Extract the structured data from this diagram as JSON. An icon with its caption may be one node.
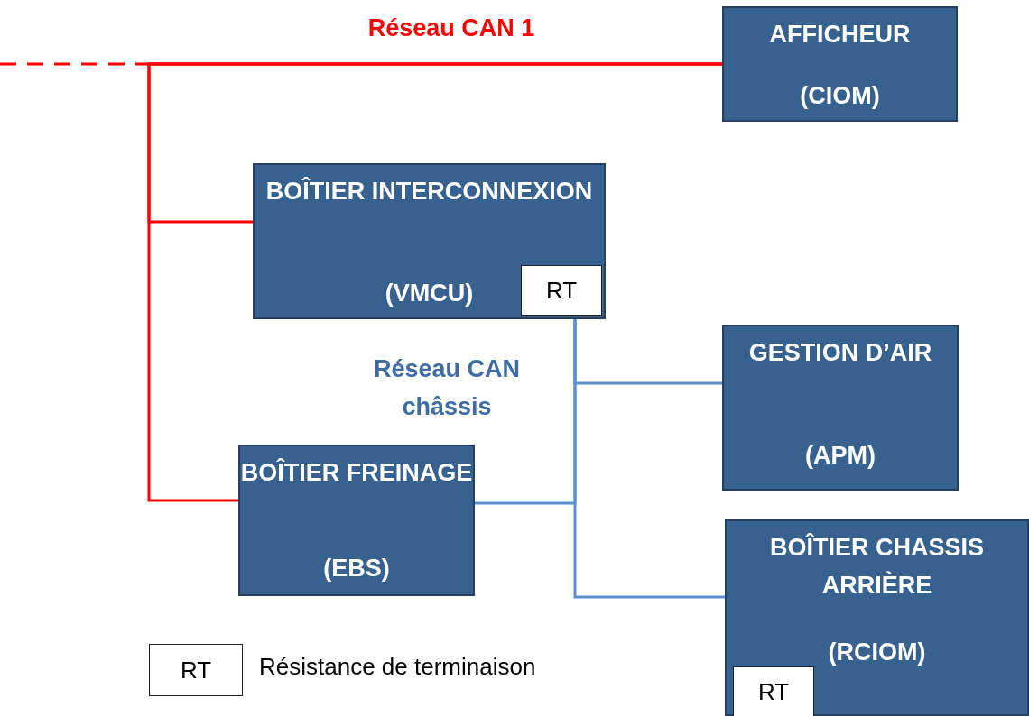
{
  "diagram": {
    "nodes": [
      {
        "text": [
          "AFFICHEUR",
          "(CIOM)"
        ]
      },
      {
        "text": [
          "BOÎTIER INTERCONNEXION",
          "(VMCU)"
        ]
      },
      {
        "text": [
          "RT"
        ],
        "in": 1
      },
      {
        "text": [
          "GESTION D’AIR",
          "(APM)"
        ]
      },
      {
        "text": [
          "BOÎTIER FREINAGE",
          "(EBS)"
        ]
      },
      {
        "text": [
          "BOÎTIER CHASSIS ARRIÈRE",
          "(RCIOM)"
        ]
      },
      {
        "text": [
          "RT"
        ],
        "in": 5
      },
      {
        "text": [
          "RT"
        ],
        "beside": [
          "Résistance de terminaison"
        ]
      }
    ],
    "edges": [
      {
        "from": null,
        "to": 0,
        "arrow": "none",
        "style": "dashed",
        "color": "#ff0000"
      },
      {
        "from": 1,
        "to": 0,
        "arrow": "none",
        "color": "#ff0000"
      },
      {
        "from": 4,
        "to": 0,
        "arrow": "none",
        "color": "#ff0000"
      },
      {
        "from": 2,
        "to": 3,
        "arrow": "none",
        "color": "#5b8fd0"
      },
      {
        "from": 2,
        "to": 4,
        "arrow": "none",
        "color": "#5b8fd0"
      },
      {
        "from": 2,
        "to": 5,
        "arrow": "none",
        "color": "#5b8fd0"
      }
    ],
    "labels": [
      "Réseau CAN 1",
      "Réseau CAN châssis"
    ]
  }
}
